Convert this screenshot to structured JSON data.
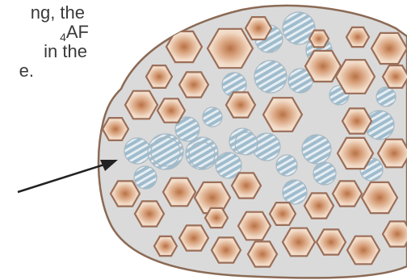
{
  "caption": {
    "line1": "ng, the",
    "line2_sub": "4",
    "line2_main": "AF",
    "line3": "in the",
    "line4": "e."
  },
  "colors": {
    "hex_fill": "#f3ddc8",
    "hex_center": "#c7865a",
    "hex_stroke": "#9b6e58",
    "ferrite_fill": "#a9c3d4",
    "ferrite_stripe": "#e8f0f5",
    "grain_fill": "#dcdcdc",
    "grain_stroke": "#8b6a55",
    "arrow": "#222222"
  }
}
